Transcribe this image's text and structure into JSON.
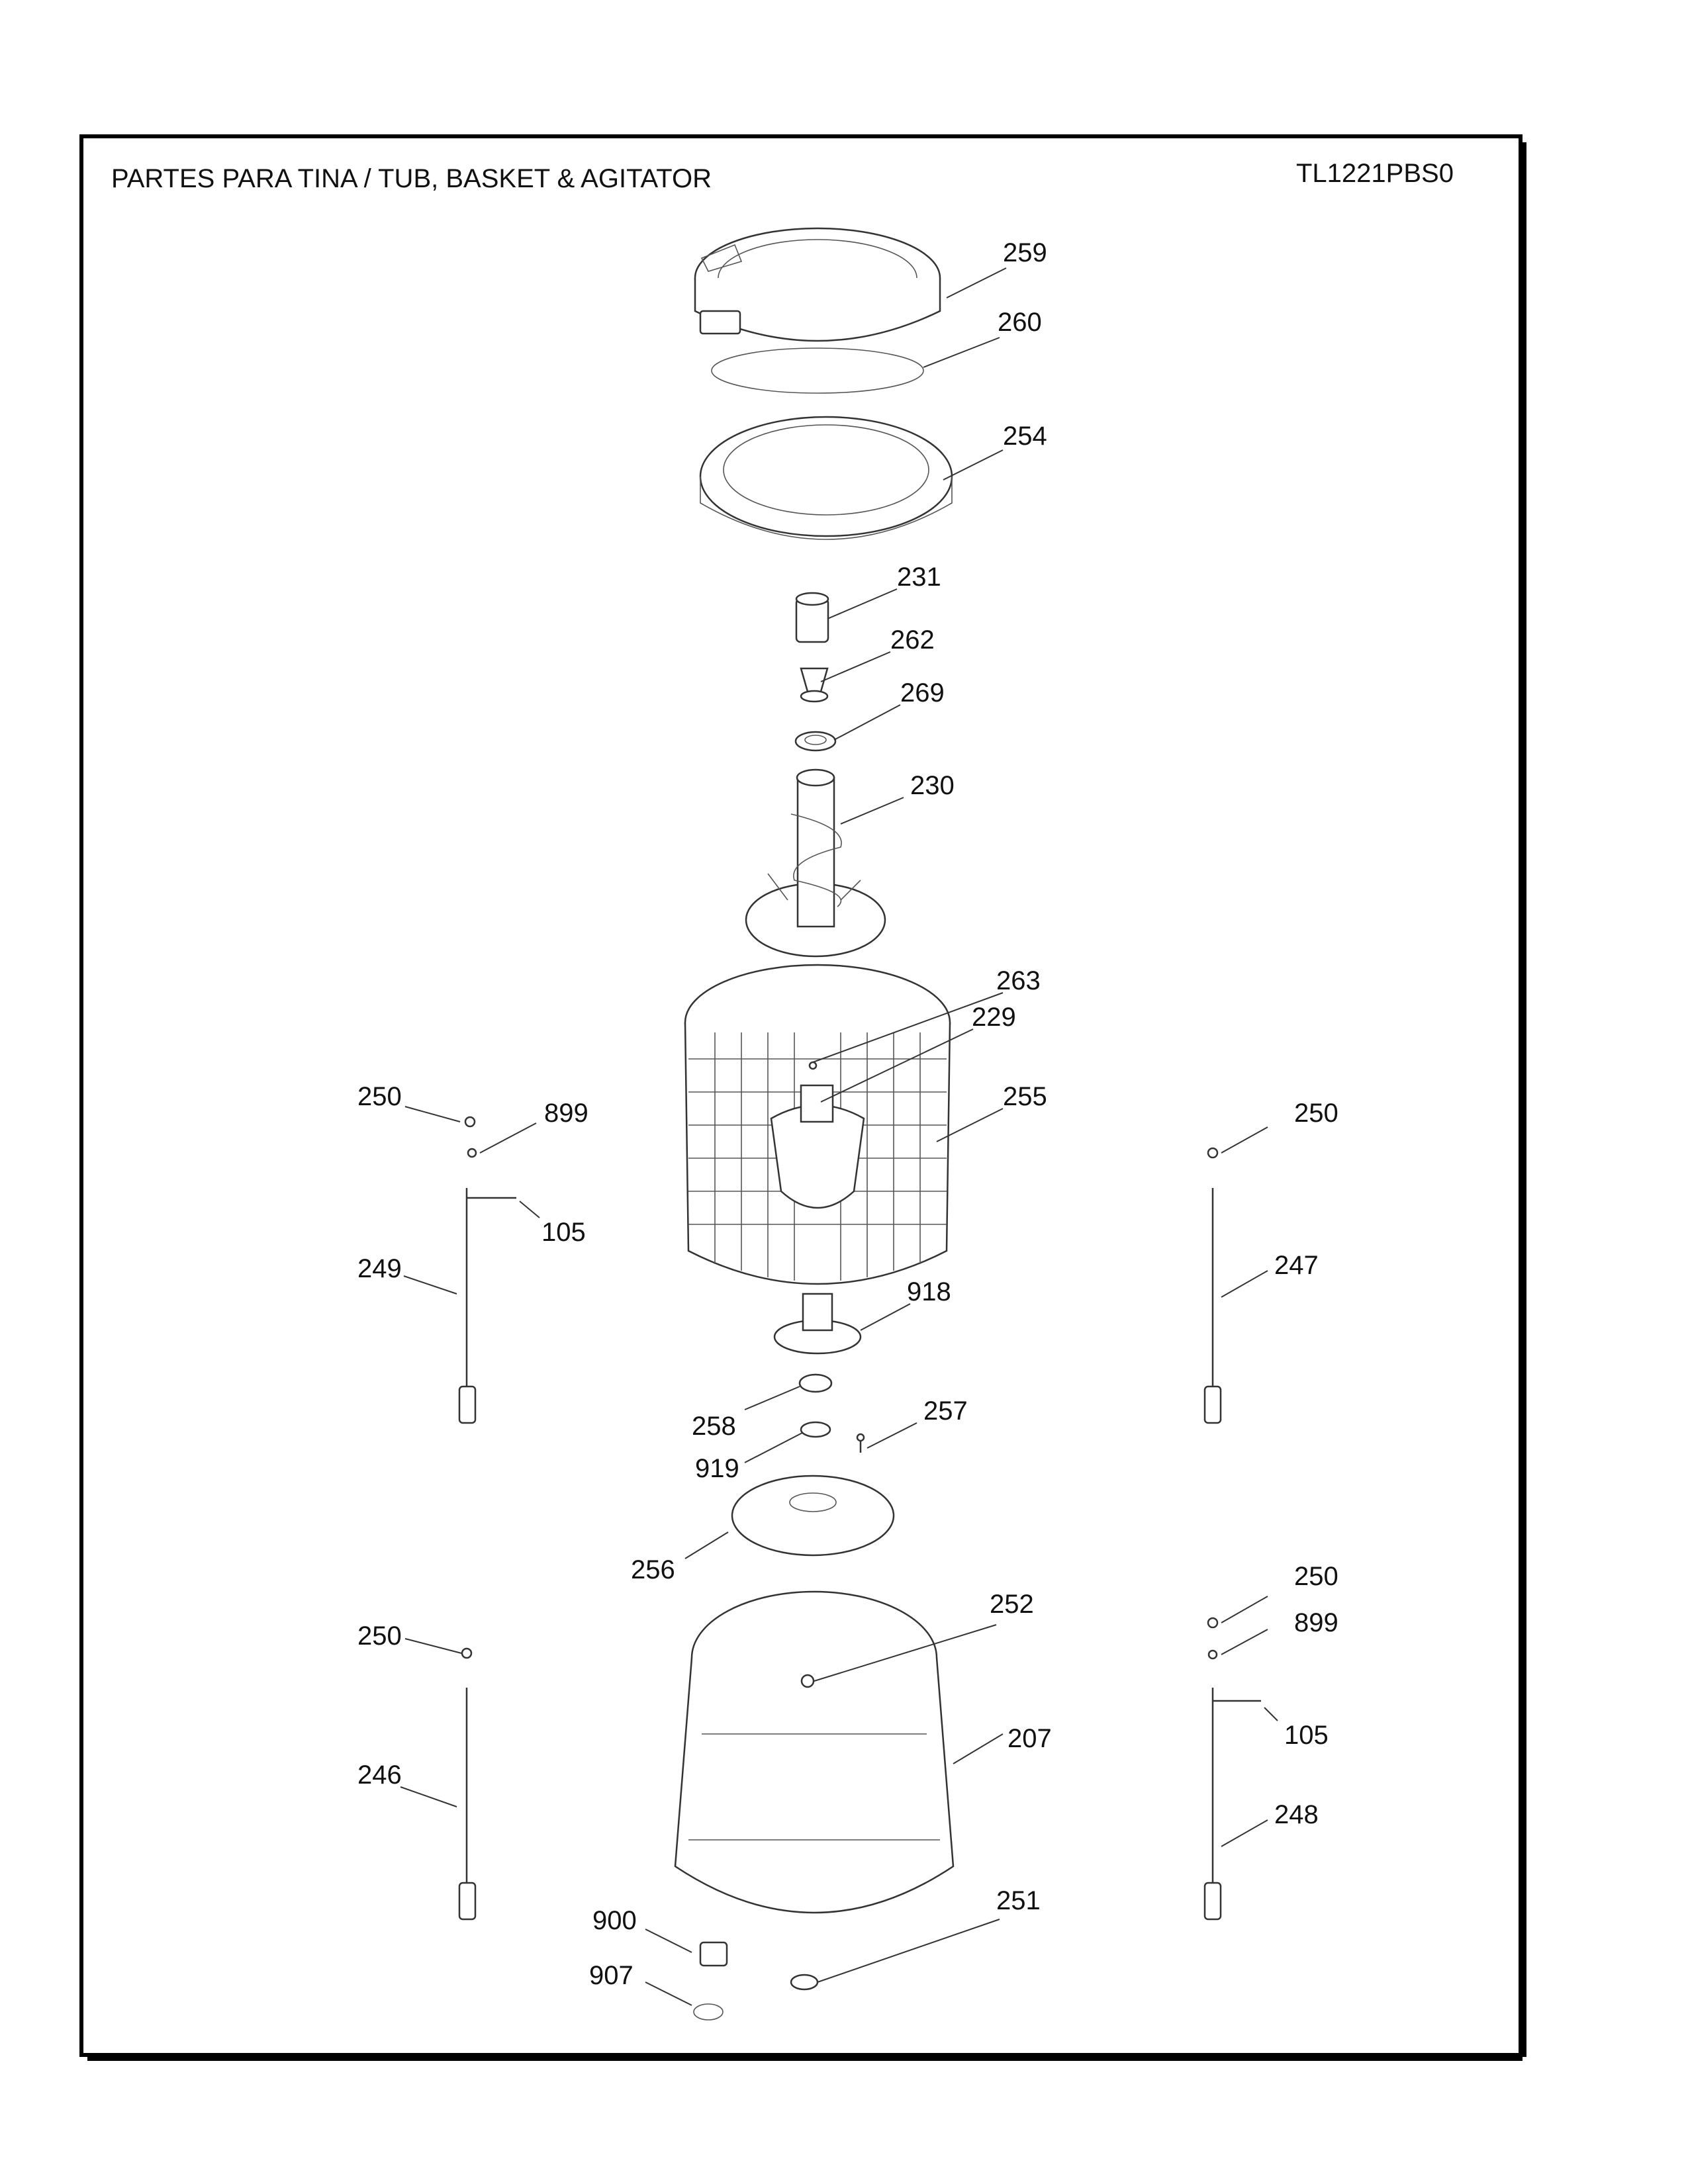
{
  "header": {
    "title": "PARTES PARA TINA  /  TUB, BASKET & AGITATOR",
    "model": "TL1221PBS0"
  },
  "parts": [
    {
      "id": "p259",
      "ref": "259"
    },
    {
      "id": "p260",
      "ref": "260"
    },
    {
      "id": "p254",
      "ref": "254"
    },
    {
      "id": "p231",
      "ref": "231"
    },
    {
      "id": "p262",
      "ref": "262"
    },
    {
      "id": "p269",
      "ref": "269"
    },
    {
      "id": "p230",
      "ref": "230"
    },
    {
      "id": "p263",
      "ref": "263"
    },
    {
      "id": "p229",
      "ref": "229"
    },
    {
      "id": "p255",
      "ref": "255"
    },
    {
      "id": "p250a",
      "ref": "250"
    },
    {
      "id": "p899a",
      "ref": "899"
    },
    {
      "id": "p105a",
      "ref": "105"
    },
    {
      "id": "p249",
      "ref": "249"
    },
    {
      "id": "p250b",
      "ref": "250"
    },
    {
      "id": "p247",
      "ref": "247"
    },
    {
      "id": "p918",
      "ref": "918"
    },
    {
      "id": "p258",
      "ref": "258"
    },
    {
      "id": "p257",
      "ref": "257"
    },
    {
      "id": "p919",
      "ref": "919"
    },
    {
      "id": "p256",
      "ref": "256"
    },
    {
      "id": "p250c",
      "ref": "250"
    },
    {
      "id": "p899b",
      "ref": "899"
    },
    {
      "id": "p250d",
      "ref": "250"
    },
    {
      "id": "p252",
      "ref": "252"
    },
    {
      "id": "p207",
      "ref": "207"
    },
    {
      "id": "p105b",
      "ref": "105"
    },
    {
      "id": "p246",
      "ref": "246"
    },
    {
      "id": "p248",
      "ref": "248"
    },
    {
      "id": "p251",
      "ref": "251"
    },
    {
      "id": "p900",
      "ref": "900"
    },
    {
      "id": "p907",
      "ref": "907"
    }
  ]
}
